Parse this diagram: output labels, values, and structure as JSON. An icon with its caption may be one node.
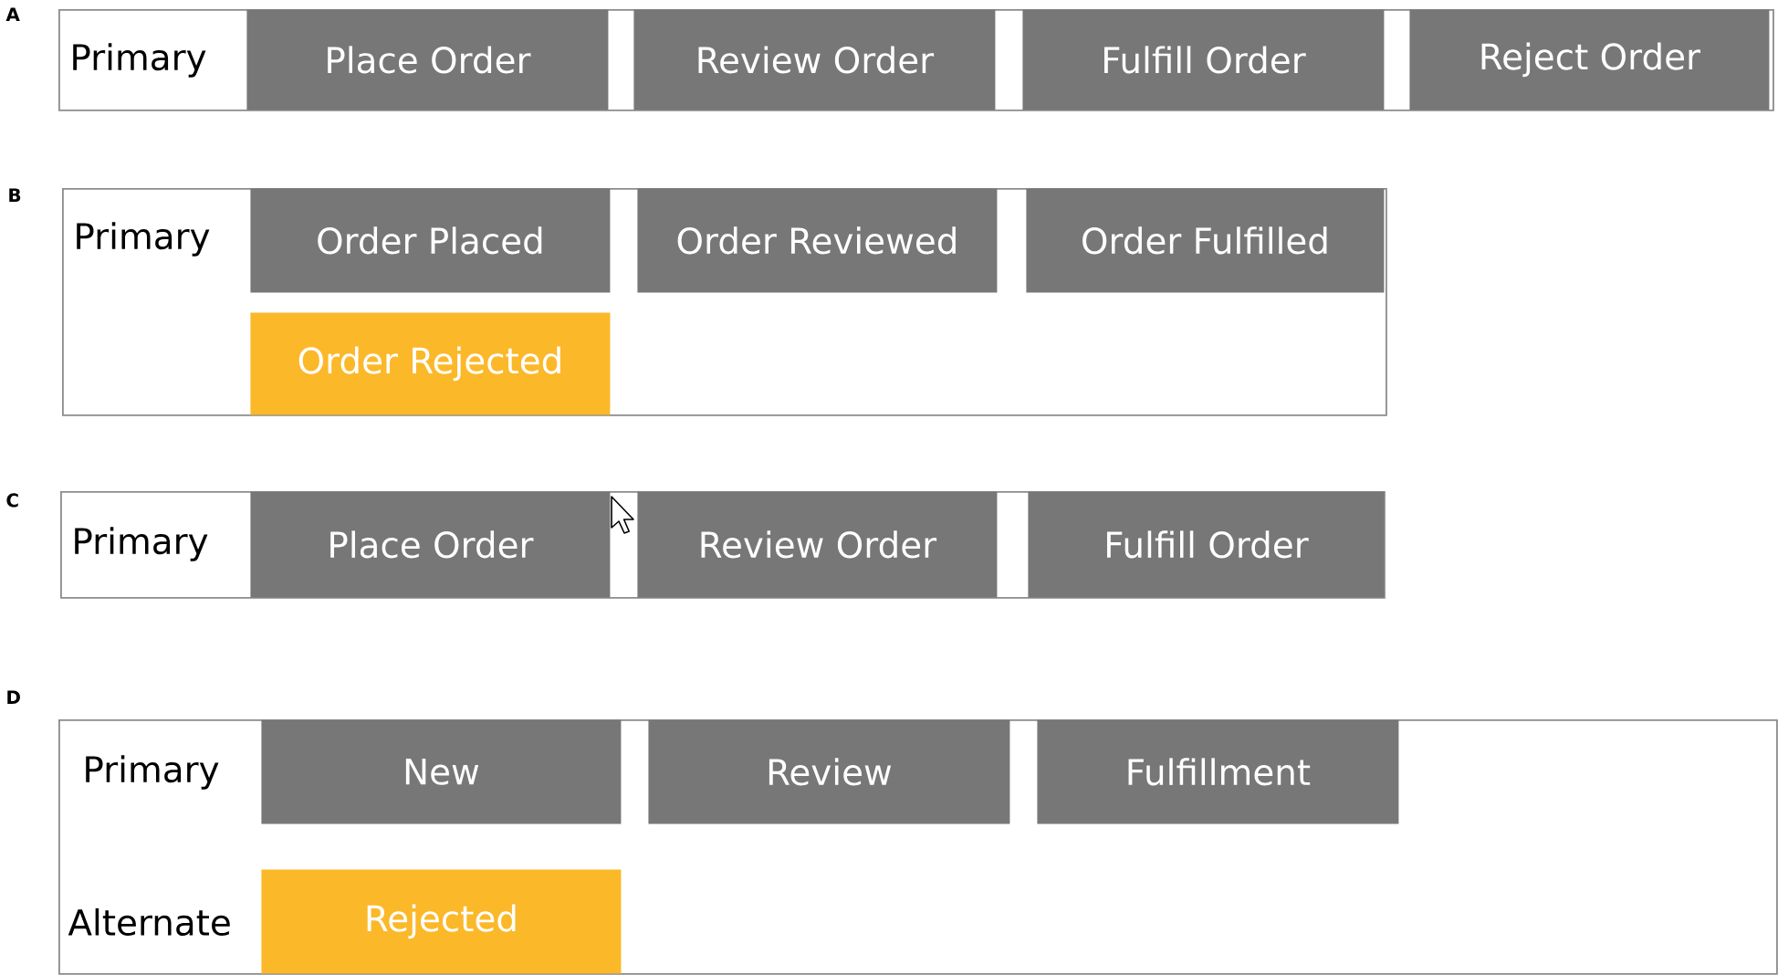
{
  "diagram": {
    "nodes": [
      {
        "text": [
          "Primary"
        ],
        "beside": [
          "A"
        ]
      },
      {
        "text": [
          "Place Order"
        ],
        "in": 0
      },
      {
        "text": [
          "Review Order"
        ],
        "in": 0
      },
      {
        "text": [
          "Fulfill Order"
        ],
        "in": 0
      },
      {
        "text": [
          "Reject Order"
        ],
        "in": 0
      },
      {
        "text": [
          "Primary"
        ],
        "beside": [
          "B"
        ]
      },
      {
        "text": [
          "Order Placed"
        ],
        "in": 5
      },
      {
        "text": [
          "Order Reviewed"
        ],
        "in": 5
      },
      {
        "text": [
          "Order Fulfilled"
        ],
        "in": 5
      },
      {
        "text": [
          "Order Rejected"
        ],
        "in": 5
      },
      {
        "text": [
          "Primary"
        ],
        "beside": [
          "C"
        ]
      },
      {
        "text": [
          "Place Order"
        ],
        "in": 10
      },
      {
        "text": [
          "Review Order"
        ],
        "in": 10
      },
      {
        "text": [
          "Fulfill Order"
        ],
        "in": 10
      },
      {
        "text": [
          "Primary",
          "Alternate"
        ],
        "beside": [
          "D"
        ]
      },
      {
        "text": [
          "New"
        ],
        "in": 14
      },
      {
        "text": [
          "Review"
        ],
        "in": 14
      },
      {
        "text": [
          "Fulfillment"
        ],
        "in": 14
      },
      {
        "text": [
          "Rejected"
        ],
        "in": 14
      }
    ]
  }
}
